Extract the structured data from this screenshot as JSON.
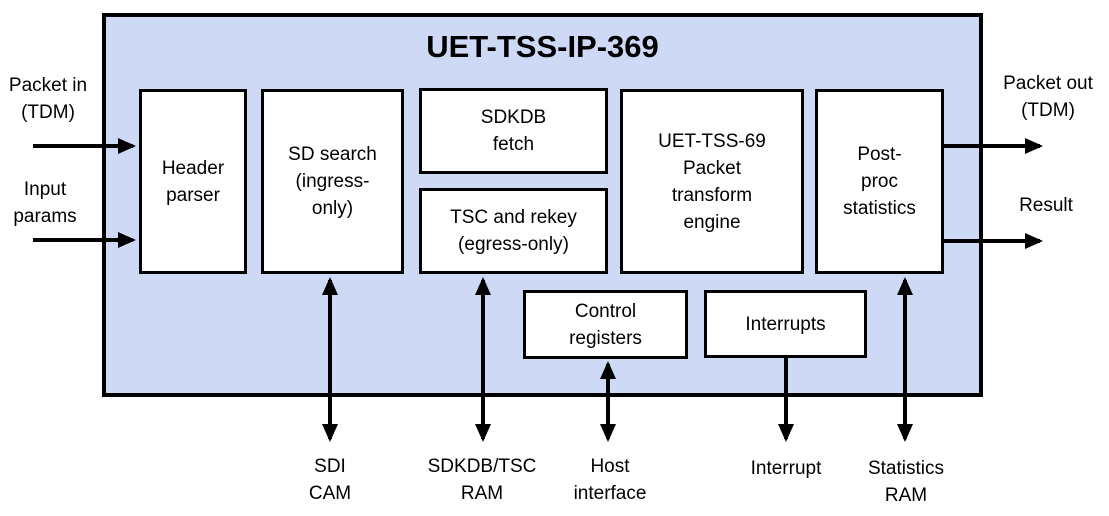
{
  "diagram": {
    "title": "UET-TSS-IP-369",
    "blocks": {
      "header_parser": {
        "label": "Header\nparser"
      },
      "sd_search": {
        "label": "SD search\n(ingress-\nonly)"
      },
      "sdkdb_fetch": {
        "label": "SDKDB\nfetch"
      },
      "tsc_rekey": {
        "label": "TSC and rekey\n(egress-only)"
      },
      "transform_engine": {
        "label": "UET-TSS-69\nPacket\ntransform\nengine"
      },
      "post_proc": {
        "label": "Post-\nproc\nstatistics"
      },
      "control_registers": {
        "label": "Control\nregisters"
      },
      "interrupts": {
        "label": "Interrupts"
      }
    },
    "ports": {
      "packet_in": "Packet in\n(TDM)",
      "input_params": "Input\nparams",
      "packet_out": "Packet out\n(TDM)",
      "result": "Result",
      "sdi_cam": "SDI\nCAM",
      "sdkdb_tsc_ram": "SDKDB/TSC\nRAM",
      "host_interface": "Host\ninterface",
      "interrupt": "Interrupt",
      "statistics_ram": "Statistics\nRAM"
    },
    "colors": {
      "container_fill": "#CDD9F5",
      "block_fill": "#FFFFFF",
      "line": "#000000"
    }
  }
}
